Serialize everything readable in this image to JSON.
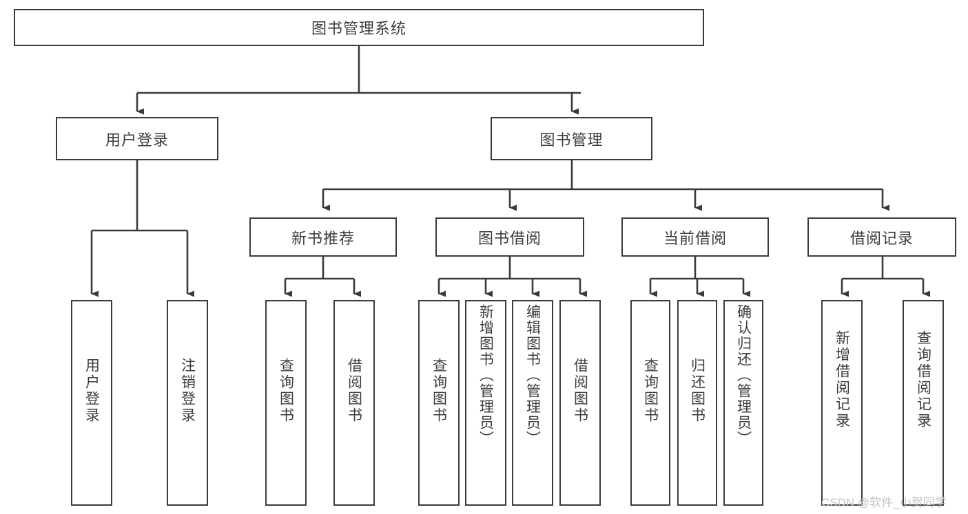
{
  "diagram": {
    "title": "图书管理系统",
    "type": "hierarchy-tree",
    "root": {
      "label": "图书管理系统"
    },
    "level2": [
      {
        "label": "用户登录"
      },
      {
        "label": "图书管理"
      }
    ],
    "level3": [
      {
        "label": "新书推荐"
      },
      {
        "label": "图书借阅"
      },
      {
        "label": "当前借阅"
      },
      {
        "label": "借阅记录"
      }
    ],
    "leaves": [
      {
        "label": "用户登录",
        "parent": "用户登录"
      },
      {
        "label": "注销登录",
        "parent": "用户登录"
      },
      {
        "label": "查询图书",
        "parent": "新书推荐"
      },
      {
        "label": "借阅图书",
        "parent": "新书推荐"
      },
      {
        "label": "查询图书",
        "parent": "图书借阅"
      },
      {
        "label": "新增图书（管理员）",
        "parent": "图书借阅"
      },
      {
        "label": "编辑图书（管理员）",
        "parent": "图书借阅"
      },
      {
        "label": "借阅图书",
        "parent": "图书借阅"
      },
      {
        "label": "查询图书",
        "parent": "当前借阅"
      },
      {
        "label": "归还图书",
        "parent": "当前借阅"
      },
      {
        "label": "确认归还（管理员）",
        "parent": "当前借阅"
      },
      {
        "label": "新增借阅记录",
        "parent": "借阅记录"
      },
      {
        "label": "查询借阅记录",
        "parent": "借阅记录"
      }
    ]
  },
  "watermark": {
    "text": "CSDN @软件_小贺同学",
    "color": "#c3c3c3"
  },
  "colors": {
    "stroke": "#3a3a3a",
    "text": "#3d3d3d",
    "background": "#ffffff"
  }
}
